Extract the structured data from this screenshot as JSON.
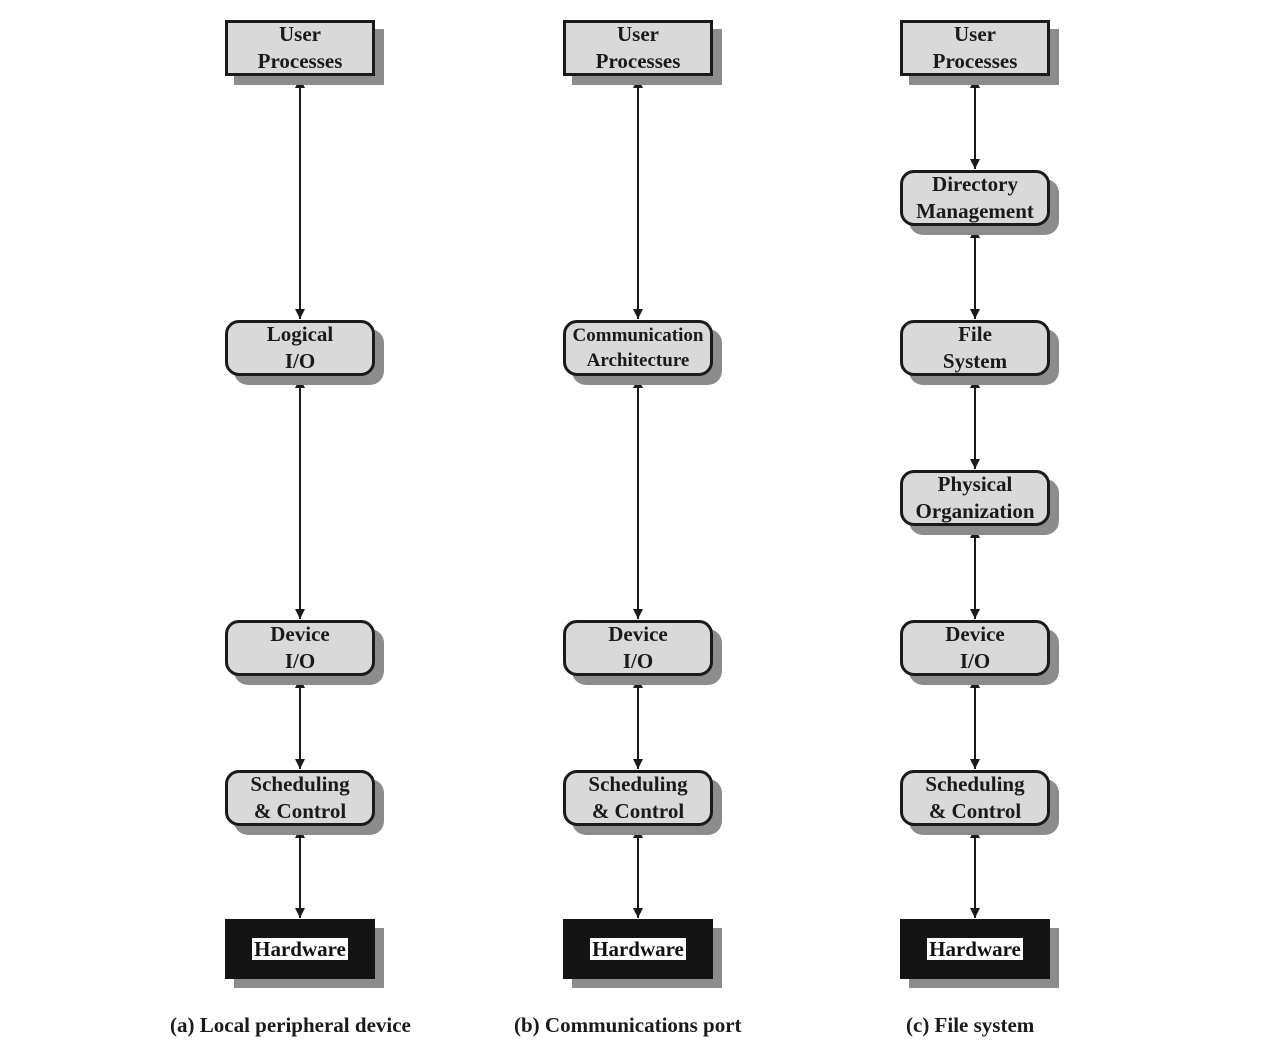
{
  "columns": [
    {
      "caption": "(a) Local peripheral device",
      "boxes": [
        {
          "lines": [
            "User",
            "Processes"
          ],
          "shape": "square"
        },
        {
          "lines": [
            "Logical",
            "I/O"
          ],
          "shape": "rounded"
        },
        {
          "lines": [
            "Device",
            "I/O"
          ],
          "shape": "rounded"
        },
        {
          "lines": [
            "Scheduling",
            "& Control"
          ],
          "shape": "rounded"
        },
        {
          "lines": [
            "Hardware"
          ],
          "shape": "hardware"
        }
      ]
    },
    {
      "caption": "(b) Communications port",
      "boxes": [
        {
          "lines": [
            "User",
            "Processes"
          ],
          "shape": "square"
        },
        {
          "lines": [
            "Communication",
            "Architecture"
          ],
          "shape": "rounded"
        },
        {
          "lines": [
            "Device",
            "I/O"
          ],
          "shape": "rounded"
        },
        {
          "lines": [
            "Scheduling",
            "& Control"
          ],
          "shape": "rounded"
        },
        {
          "lines": [
            "Hardware"
          ],
          "shape": "hardware"
        }
      ]
    },
    {
      "caption": "(c) File system",
      "boxes": [
        {
          "lines": [
            "User",
            "Processes"
          ],
          "shape": "square"
        },
        {
          "lines": [
            "Directory",
            "Management"
          ],
          "shape": "rounded"
        },
        {
          "lines": [
            "File",
            "System"
          ],
          "shape": "rounded"
        },
        {
          "lines": [
            "Physical",
            "Organization"
          ],
          "shape": "rounded"
        },
        {
          "lines": [
            "Device",
            "I/O"
          ],
          "shape": "rounded"
        },
        {
          "lines": [
            "Scheduling",
            "& Control"
          ],
          "shape": "rounded"
        },
        {
          "lines": [
            "Hardware"
          ],
          "shape": "hardware"
        }
      ]
    }
  ],
  "colors": {
    "box_fill": "#d9d9d9",
    "box_border": "#1a1a1a",
    "shadow": "#8c8c8c",
    "hardware_fill": "#141414"
  }
}
